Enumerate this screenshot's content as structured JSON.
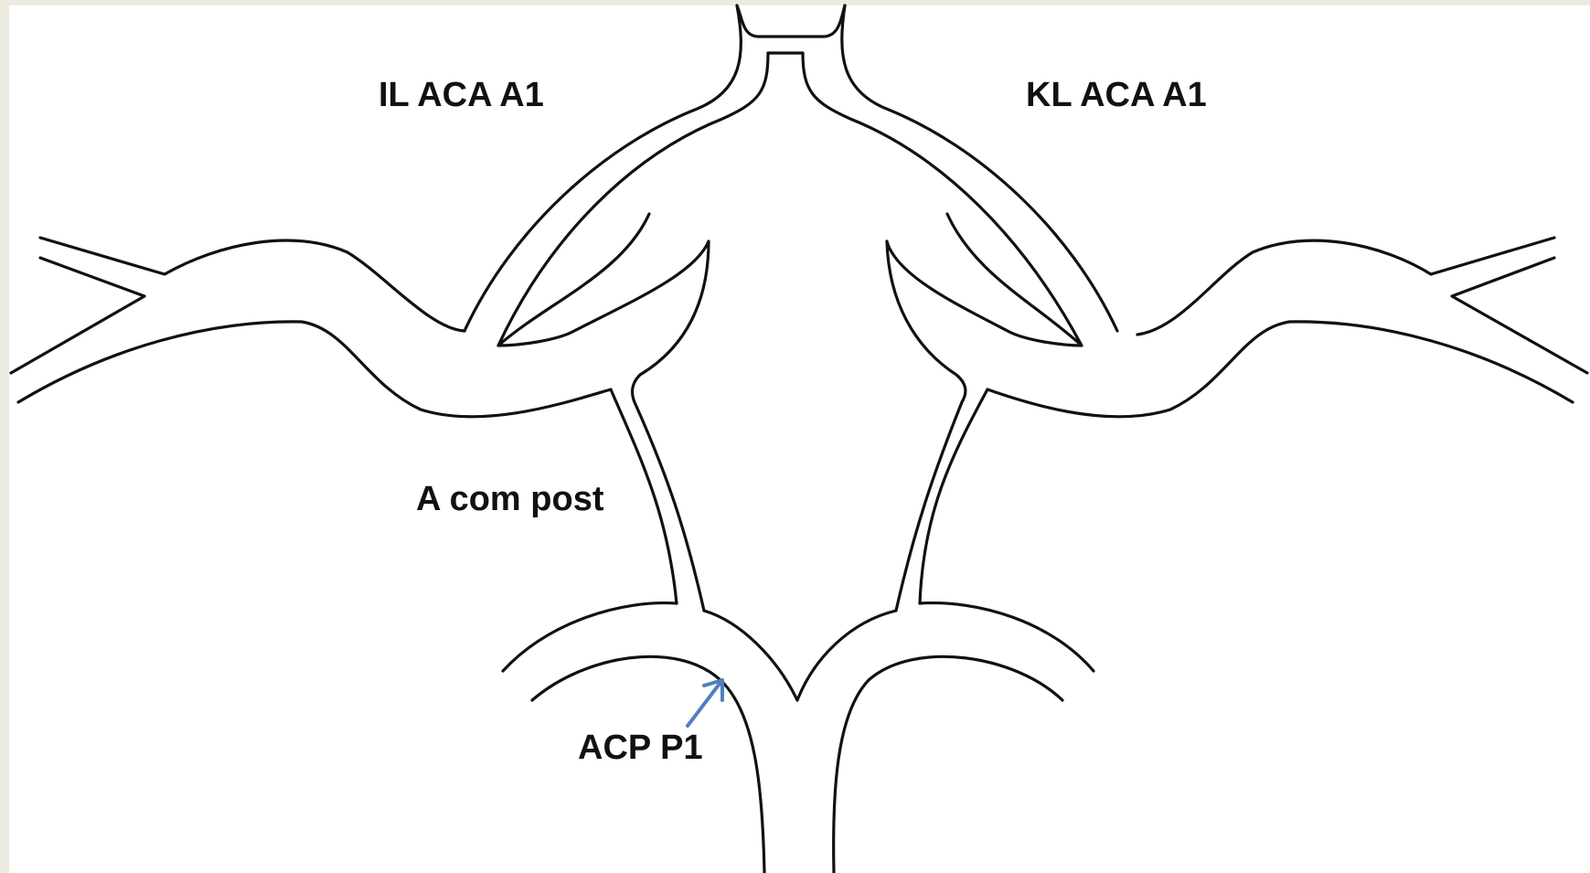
{
  "diagram": {
    "labels": {
      "il_aca_a1": "IL ACA A1",
      "kl_aca_a1": "KL ACA A1",
      "a_com_post": "A com post",
      "acp_p1": "ACP P1"
    },
    "colors": {
      "background": "#EDEAE1",
      "panel": "#FFFFFF",
      "vessel_outline": "#111111",
      "pointer_arrow": "#4F81BD"
    },
    "icons": {
      "pointer": "arrow-up-right-icon"
    }
  }
}
